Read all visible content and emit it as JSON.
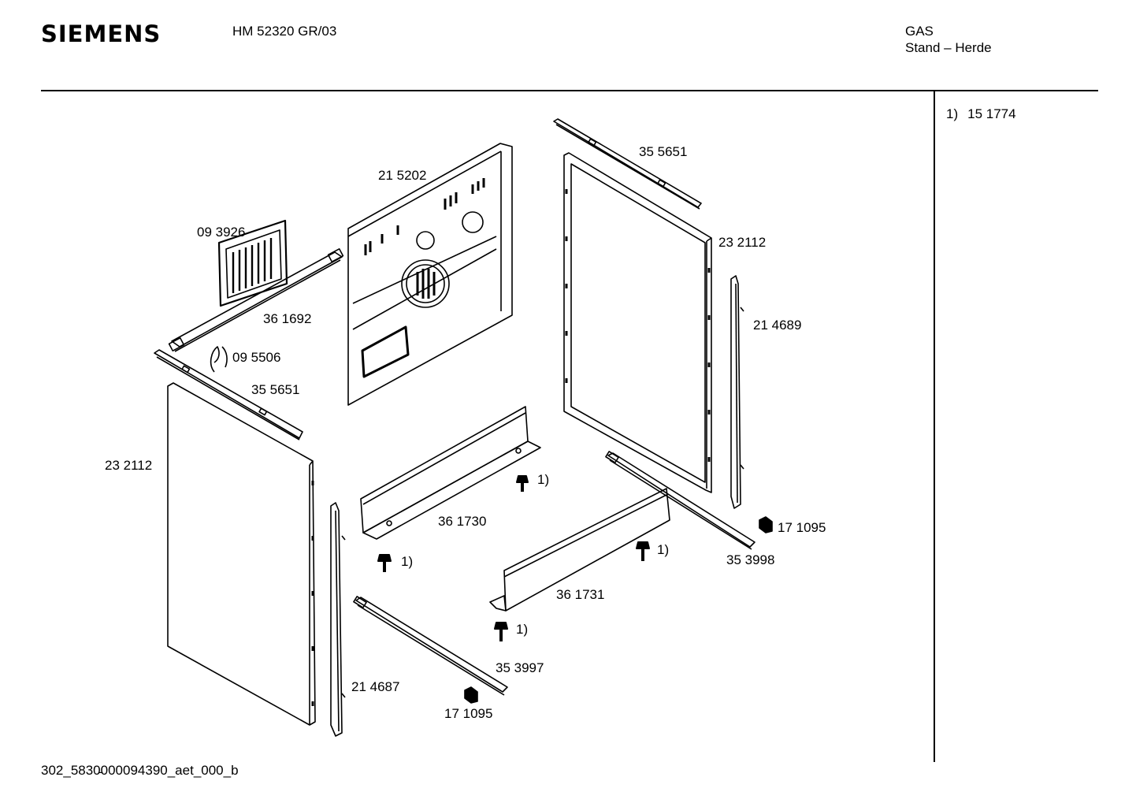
{
  "header": {
    "brand": "SIEMENS",
    "model": "HM 52320 GR/03",
    "category_line1": "GAS",
    "category_line2": "Stand – Herde"
  },
  "notes": [
    {
      "ref": "1)",
      "part": "15 1774"
    }
  ],
  "parts": {
    "top_frame_right": "35 5651",
    "back_panel": "21 5202",
    "side_panel_right": "23 2112",
    "grille": "09 3926",
    "rail_top_left": "36 1692",
    "spring_clip": "09 5506",
    "top_frame_left": "35 5651",
    "profile_right": "21 4689",
    "side_panel_left": "23 2112",
    "screw_a": "1)",
    "base_tray_rear": "36 1730",
    "foot_right": "17 1095",
    "screw_b": "1)",
    "screw_c": "1)",
    "rail_bottom_right": "35 3998",
    "base_tray_front": "36 1731",
    "screw_d": "1)",
    "rail_bottom_left": "35 3997",
    "profile_left": "21 4687",
    "foot_left": "17 1095"
  },
  "footer": {
    "document_code": "302_5830̵000094390_aet_000_b"
  }
}
